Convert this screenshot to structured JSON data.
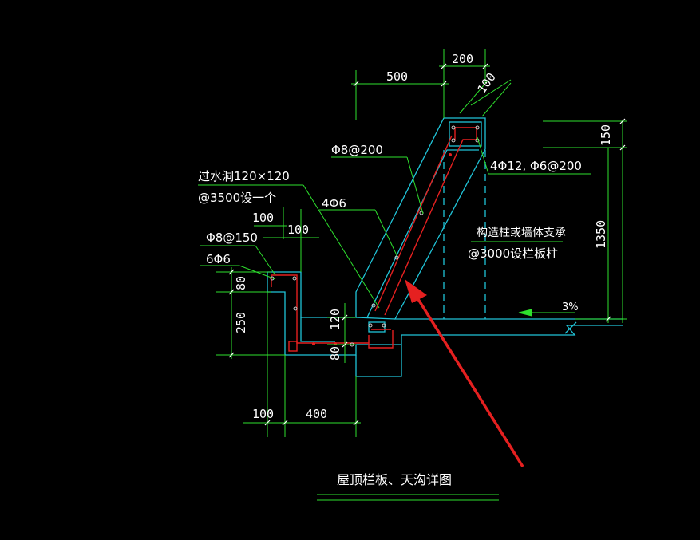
{
  "colors": {
    "background": "#000000",
    "concrete": "#20c4d8",
    "dimension": "#2ee02e",
    "rebar": "#e52020",
    "leader": "#2ee02e",
    "text": "#ffffff",
    "arrow": "#e52020"
  },
  "drawing": {
    "title": "屋顶栏板、天沟详图",
    "notes": {
      "drain_hole_line1": "过水洞120×120",
      "drain_hole_line2": "@3500设一个",
      "support_line1": "构造柱或墙体支承",
      "support_line2": "@3000设栏板柱",
      "slope": "3%"
    },
    "rebar_labels": {
      "rail_stirrup": "Φ8@200",
      "rail_bars": "4Φ6",
      "top_beam": "4Φ12, Φ6@200",
      "gutter_stirrup": "Φ8@150",
      "gutter_bars": "6Φ6"
    },
    "dimensions": {
      "d200": "200",
      "d500": "500",
      "d100_diag": "100",
      "d150": "150",
      "d1350": "1350",
      "d100_a": "100",
      "d100_b": "100",
      "d80_top": "80",
      "d250": "250",
      "d120": "120",
      "d80_bot": "80",
      "d100_bottom": "100",
      "d400": "400"
    }
  }
}
